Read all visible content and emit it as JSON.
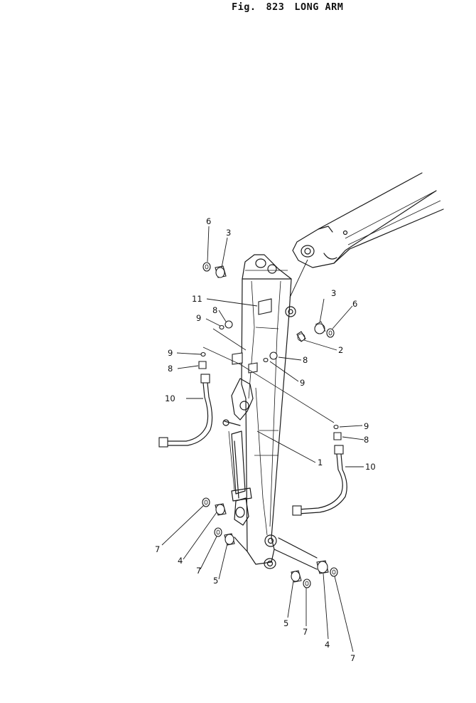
{
  "title": {
    "fig_label": "Fig.",
    "fig_number": "823",
    "name": "LONG ARM"
  },
  "callouts": [
    "1",
    "2",
    "3",
    "4",
    "5",
    "6",
    "7",
    "8",
    "9",
    "10",
    "11"
  ]
}
